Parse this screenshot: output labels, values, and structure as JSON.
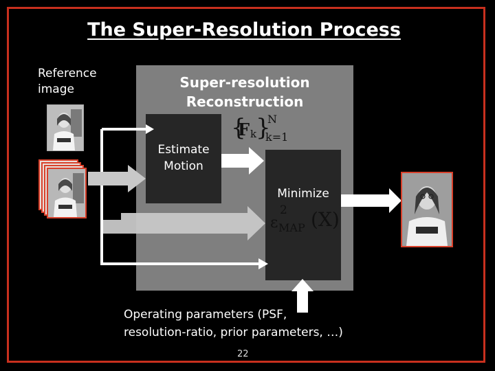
{
  "title": "The Super-Resolution Process",
  "reference_label": [
    "Reference",
    "image"
  ],
  "sr_block_label": [
    "Super-resolution",
    "Reconstruction"
  ],
  "estimate_label": [
    "Estimate",
    "Motion"
  ],
  "minimize_label": "Minimize",
  "motion_set": {
    "symbol": "F",
    "subscript": "k",
    "upper": "N",
    "lower": "k=1"
  },
  "objective": {
    "symbol": "ε",
    "power": "2",
    "subscript": "MAP",
    "argument": "(X)"
  },
  "parameters_text": [
    "Operating parameters (PSF,",
    "resolution-ratio, prior parameters, …)"
  ],
  "page_number": "22",
  "colors": {
    "frame": "#c8301e",
    "block": "#7f7f7f",
    "inner_block": "#262626",
    "arrow": "#c8c8c8",
    "photo_border": "#d9402a"
  }
}
